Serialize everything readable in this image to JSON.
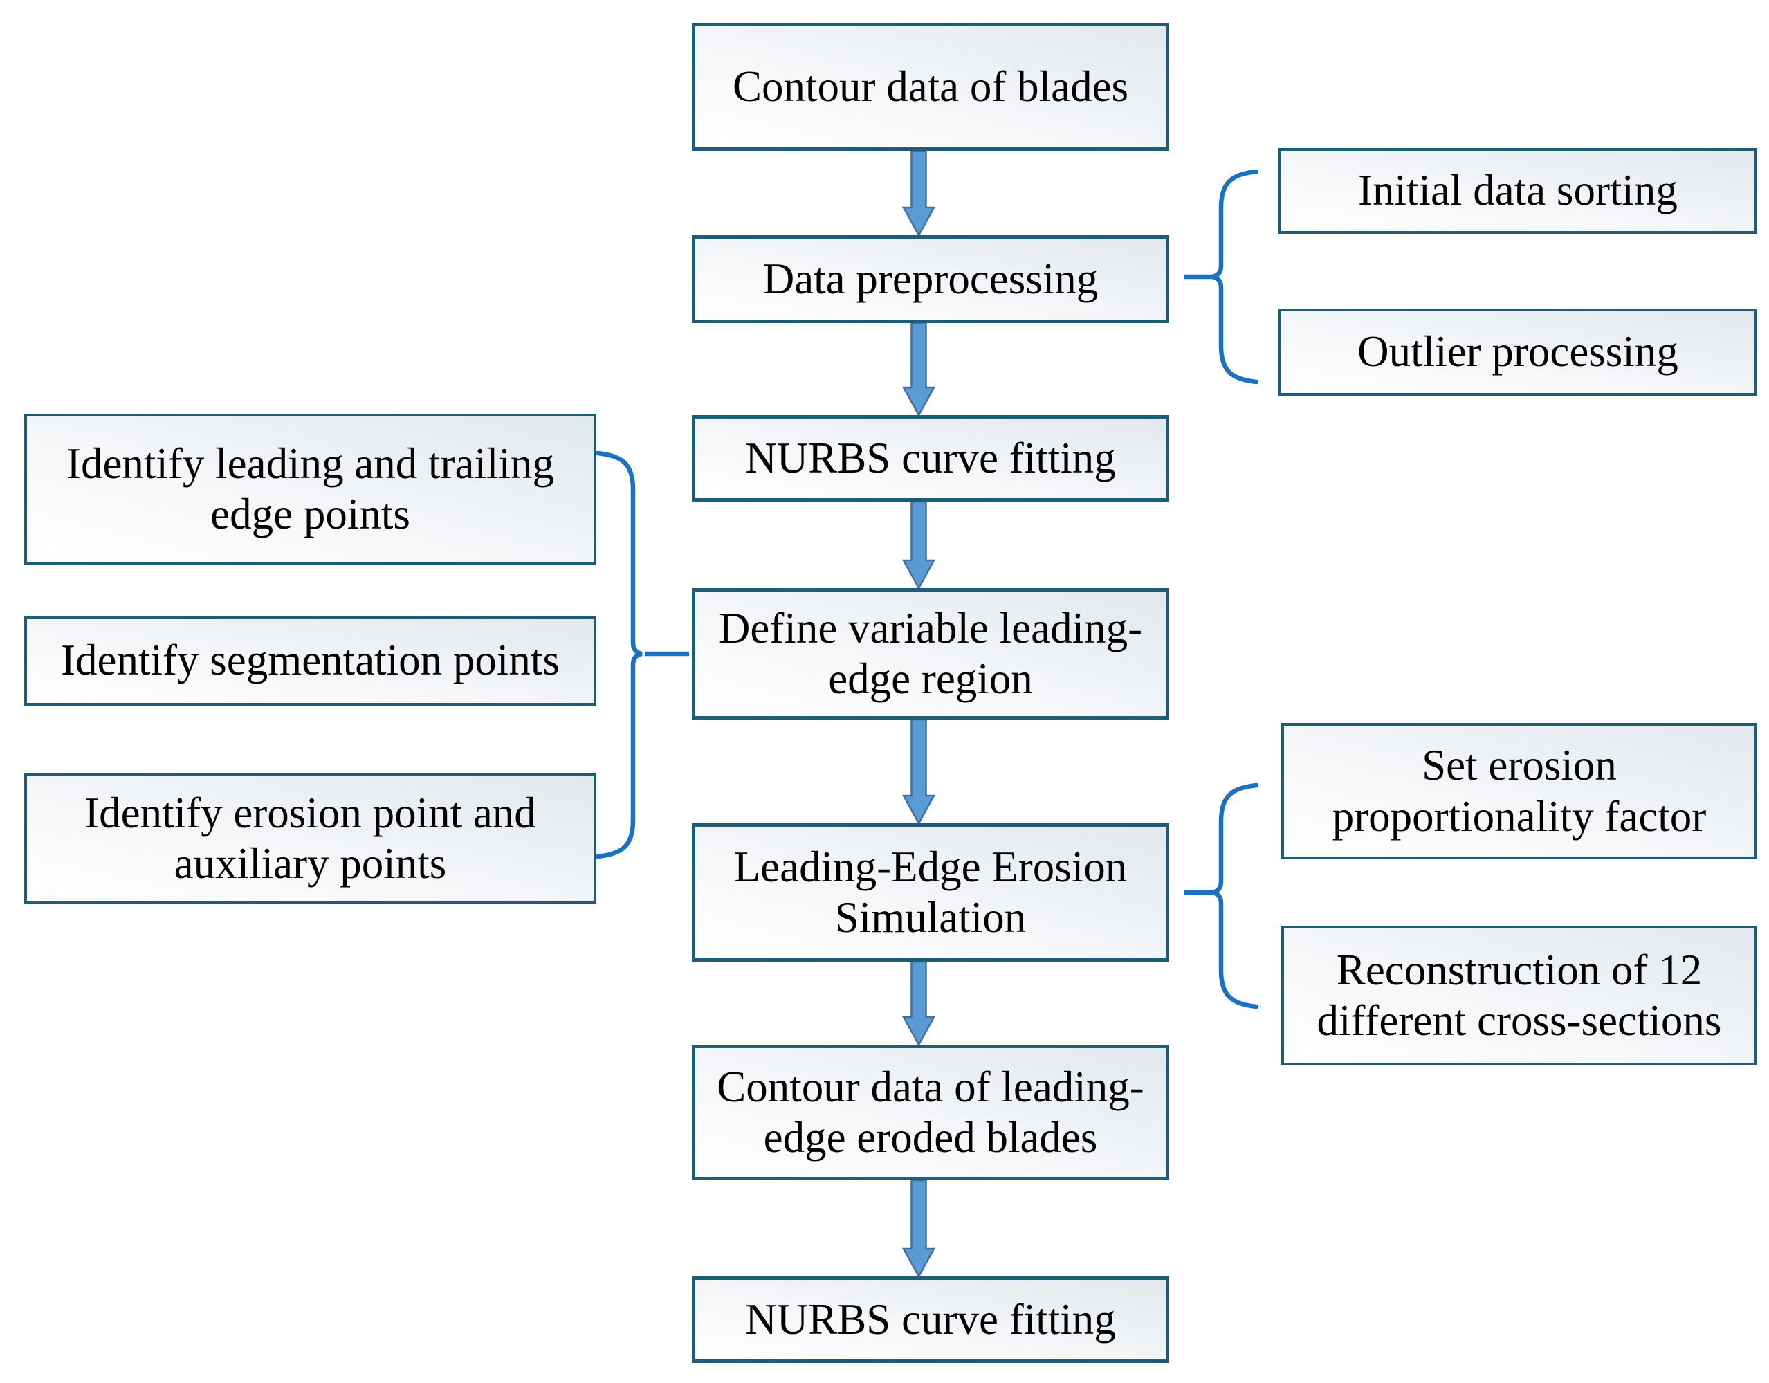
{
  "figure": {
    "type": "flowchart",
    "colors": {
      "box_border": "#1E5D78",
      "box_fill_start": "#FFFFFF",
      "box_fill_end": "#E2E8EC",
      "arrow_fill": "#5B9BD5",
      "arrow_outline": "#41719C",
      "brace_color": "#1C70C2",
      "text_color": "#000000",
      "background": "#FFFFFF"
    },
    "main_flow": [
      {
        "id": "contour-data-of-blades",
        "lines": [
          "Contour data of blades"
        ]
      },
      {
        "id": "data-preprocessing",
        "lines": [
          "Data preprocessing"
        ]
      },
      {
        "id": "nurbs-curve-fitting",
        "lines": [
          "NURBS curve fitting"
        ]
      },
      {
        "id": "define-variable-leading-edge-region",
        "lines": [
          "Define variable leading-",
          "edge region"
        ]
      },
      {
        "id": "leading-edge-erosion-simulation",
        "lines": [
          "Leading-Edge Erosion",
          "Simulation"
        ]
      },
      {
        "id": "contour-data-of-leading-edge-eroded-blades",
        "lines": [
          "Contour data of leading-",
          "edge eroded blades"
        ]
      },
      {
        "id": "nurbs-curve-fitting-final",
        "lines": [
          "NURBS curve fitting"
        ]
      }
    ],
    "left_branches": {
      "target": "define-variable-leading-edge-region",
      "items": [
        {
          "id": "identify-leading-trailing-edge-points",
          "lines": [
            "Identify leading and trailing",
            "edge points"
          ]
        },
        {
          "id": "identify-segmentation-points",
          "lines": [
            "Identify segmentation points"
          ]
        },
        {
          "id": "identify-erosion-auxiliary-points",
          "lines": [
            "Identify erosion point and",
            "auxiliary points"
          ]
        }
      ]
    },
    "right_branches_preprocessing": {
      "source": "data-preprocessing",
      "items": [
        {
          "id": "initial-data-sorting",
          "lines": [
            "Initial data sorting"
          ]
        },
        {
          "id": "outlier-processing",
          "lines": [
            "Outlier processing"
          ]
        }
      ]
    },
    "right_branches_erosion": {
      "source": "leading-edge-erosion-simulation",
      "items": [
        {
          "id": "set-erosion-proportionality-factor",
          "lines": [
            "Set erosion",
            "proportionality factor"
          ]
        },
        {
          "id": "reconstruction-of-cross-sections",
          "lines": [
            "Reconstruction of 12",
            "different cross-sections"
          ]
        }
      ]
    }
  }
}
